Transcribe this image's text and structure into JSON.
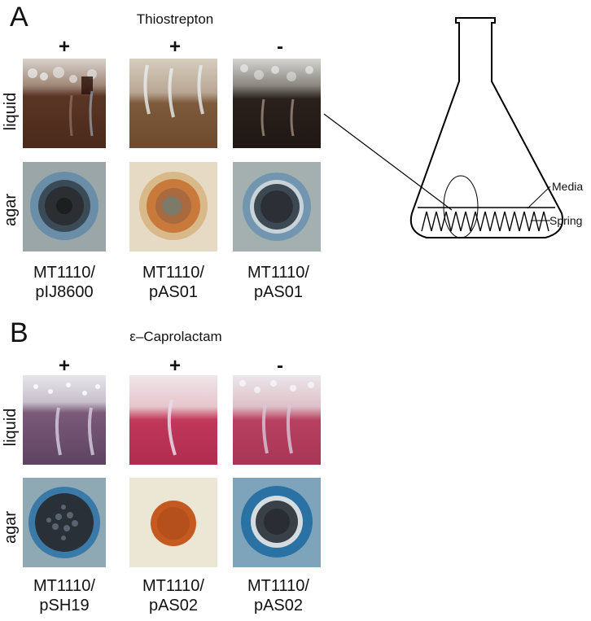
{
  "panel_a": {
    "letter": "A",
    "title": "Thiostrepton",
    "signs": [
      "+",
      "+",
      "-"
    ],
    "row_labels": {
      "liquid": "liquid",
      "agar": "agar"
    },
    "captions": [
      {
        "line1": "MT1110/",
        "line2": "pIJ8600"
      },
      {
        "line1": "MT1110/",
        "line2": "pAS01"
      },
      {
        "line1": "MT1110/",
        "line2": "pAS01"
      }
    ]
  },
  "panel_b": {
    "letter": "B",
    "title": "ε–Caprolactam",
    "signs": [
      "+",
      "+",
      "-"
    ],
    "row_labels": {
      "liquid": "liquid",
      "agar": "agar"
    },
    "captions": [
      {
        "line1": "MT1110/",
        "line2": "pSH19"
      },
      {
        "line1": "MT1110/",
        "line2": "pAS02"
      },
      {
        "line1": "MT1110/",
        "line2": "pAS02"
      }
    ]
  },
  "flask": {
    "media_label": "Media",
    "spring_label": "Spring"
  }
}
